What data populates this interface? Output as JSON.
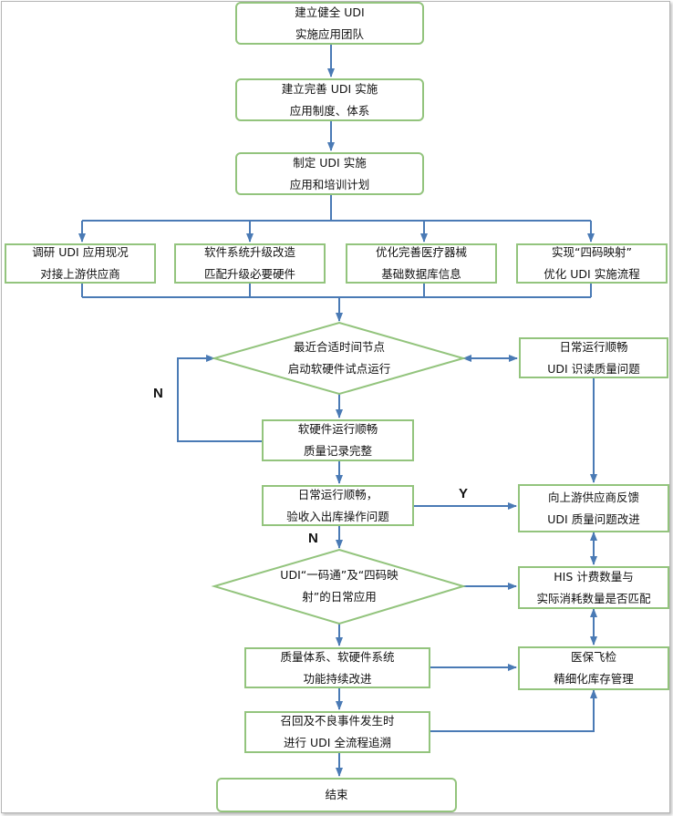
{
  "nodes": {
    "team": [
      "建立健全 UDI",
      "实施应用团队"
    ],
    "system": [
      "建立完善 UDI 实施",
      "应用制度、体系"
    ],
    "plan": [
      "制定 UDI 实施",
      "应用和培训计划"
    ],
    "research": [
      "调研 UDI 应用现况",
      "对接上游供应商"
    ],
    "software": [
      "软件系统升级改造",
      "匹配升级必要硬件"
    ],
    "database": [
      "优化完善医疗器械",
      "基础数据库信息"
    ],
    "mapping": [
      "实现“四码映射”",
      "优化 UDI 实施流程"
    ],
    "pilot": [
      "最近合适时间节点",
      "启动软硬件试点运行"
    ],
    "daily_read": [
      "日常运行顺畅",
      "UDI 识读质量问题"
    ],
    "smooth": [
      "软硬件运行顺畅",
      "质量记录完整"
    ],
    "inout": [
      "日常运行顺畅，",
      "验收入出库操作问题"
    ],
    "feedback": [
      "向上游供应商反馈",
      "UDI 质量问题改进"
    ],
    "app": [
      "UDI“一码通”及“四码映",
      "射”的日常应用"
    ],
    "his": [
      "HIS 计费数量与",
      "实际消耗数量是否匹配"
    ],
    "improve": [
      "质量体系、软硬件系统",
      "功能持续改进"
    ],
    "insurance": [
      "医保飞检",
      "精细化库存管理"
    ],
    "recall": [
      "召回及不良事件发生时",
      "进行 UDI 全流程追溯"
    ],
    "end": [
      "结束"
    ]
  },
  "labels": {
    "n1": "N",
    "y": "Y",
    "n2": "N"
  },
  "colors": {
    "box_border": "#93c47d",
    "arrow": "#4a7ab5"
  }
}
